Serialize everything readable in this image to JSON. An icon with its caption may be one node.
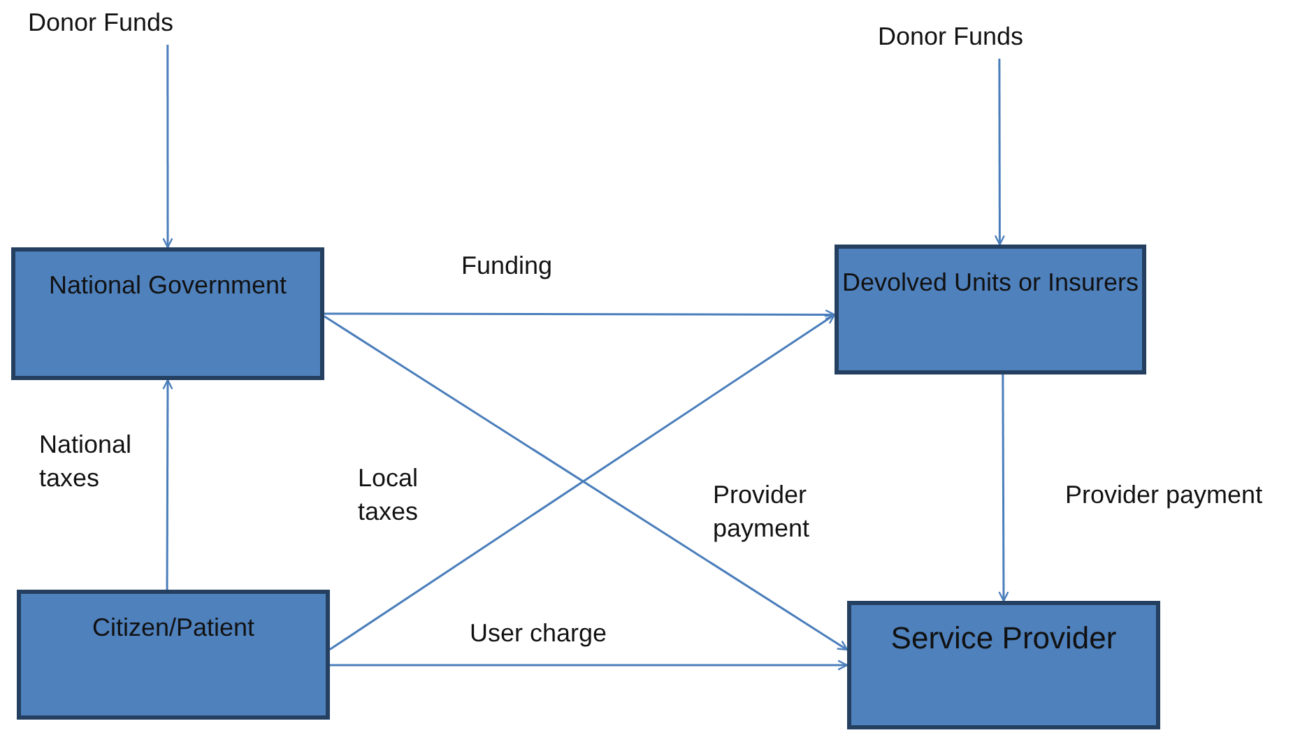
{
  "diagram": {
    "nodes": [
      {
        "text": [
          "Donor Funds"
        ]
      },
      {
        "text": [
          "Donor Funds"
        ]
      },
      {
        "text": [
          "National Government"
        ]
      },
      {
        "text": [
          "Devolved Units or Insurers"
        ]
      },
      {
        "text": [
          "Citizen/Patient"
        ]
      },
      {
        "text": [
          "Service Provider"
        ]
      }
    ],
    "edges": [
      {
        "from": 0,
        "to": 2,
        "arrow": "to"
      },
      {
        "from": 1,
        "to": 3,
        "arrow": "to"
      },
      {
        "from": 4,
        "to": 2,
        "arrow": "to",
        "label": "National taxes"
      },
      {
        "from": 2,
        "to": 3,
        "arrow": "to",
        "label": "Funding"
      },
      {
        "from": 2,
        "to": 5,
        "arrow": "to",
        "label": "Provider payment"
      },
      {
        "from": 4,
        "to": 3,
        "arrow": "to",
        "label": "Local taxes"
      },
      {
        "from": 4,
        "to": 5,
        "arrow": "to",
        "label": "User charge"
      },
      {
        "from": 3,
        "to": 5,
        "arrow": "to",
        "label": "Provider payment"
      }
    ]
  }
}
